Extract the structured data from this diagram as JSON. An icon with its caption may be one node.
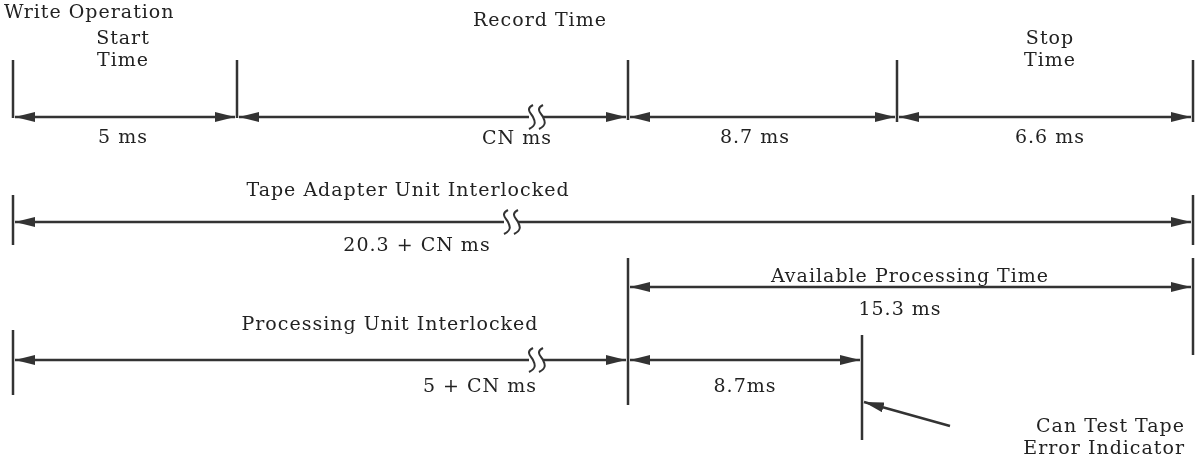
{
  "diagram": {
    "title": "Write Operation",
    "nodes": [
      {
        "text": [
          "Can Test Tape Error Indicator"
        ]
      },
      {
        "text": [],
        "shape": "bar"
      }
    ],
    "edges": [
      {
        "from": 0,
        "to": 1,
        "arrow": "to"
      }
    ],
    "labels": [
      "Record Time",
      "Start Time",
      "Stop Time",
      "5 ms",
      "CN ms",
      "8.7 ms",
      "6.6 ms",
      "Tape Adapter Unit Interlocked",
      "20.3 + CN ms",
      "Available Processing Time",
      "Processing Unit Interlocked",
      "15.3 ms",
      "5 + CN ms",
      "8.7ms"
    ]
  }
}
